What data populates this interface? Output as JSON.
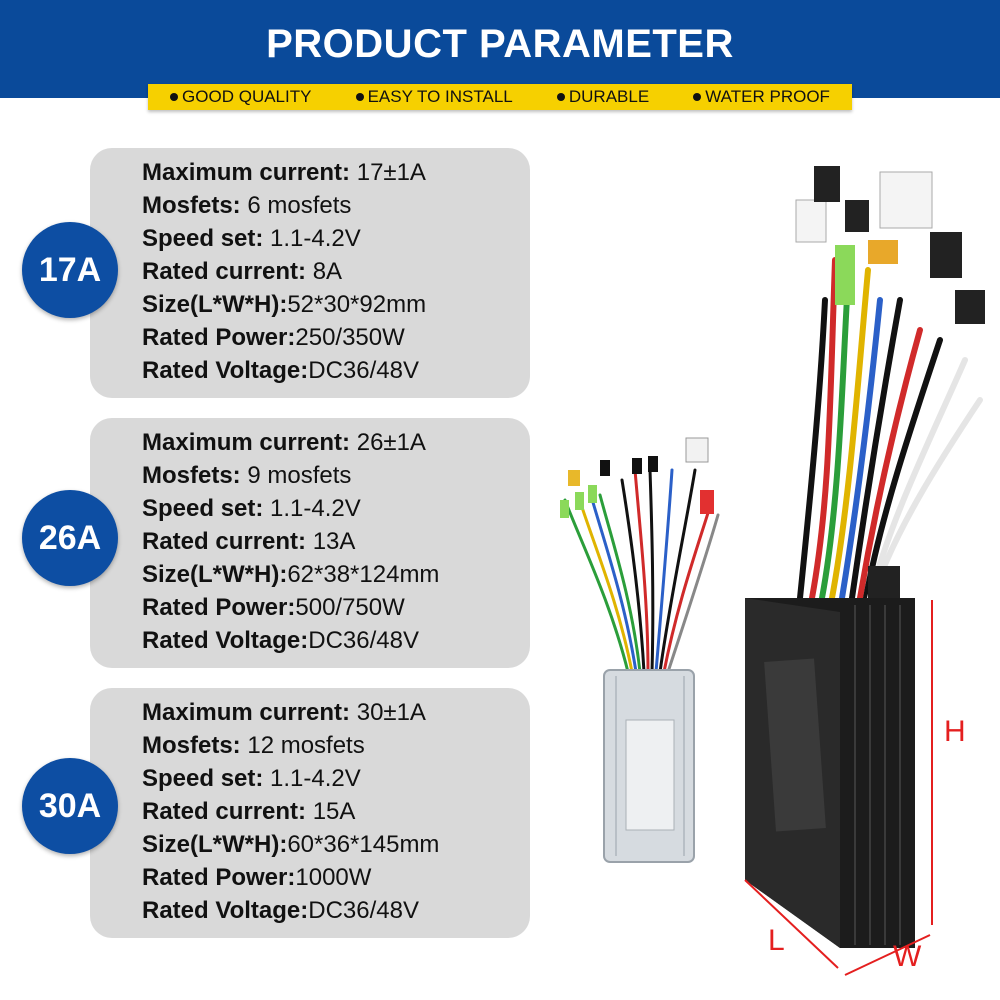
{
  "header": {
    "title": "PRODUCT PARAMETER",
    "features": [
      "GOOD QUALITY",
      "EASY TO INSTALL",
      "DURABLE",
      "WATER PROOF"
    ]
  },
  "colors": {
    "header_blue": "#0a4a9a",
    "badge_blue": "#0d4ea3",
    "feature_yellow": "#f6d000",
    "card_gray": "#d9d9d9",
    "dimension_red": "#e41f1f"
  },
  "specs": [
    {
      "badge": "17A",
      "rows": [
        {
          "label": "Maximum current:",
          "value": " 17±1A"
        },
        {
          "label": "Mosfets:",
          "value": " 6 mosfets"
        },
        {
          "label": "Speed set:",
          "value": " 1.1-4.2V"
        },
        {
          "label": "Rated current:",
          "value": " 8A"
        },
        {
          "label": "Size(L*W*H):",
          "value": "52*30*92mm"
        },
        {
          "label": "Rated Power:",
          "value": "250/350W"
        },
        {
          "label": "Rated Voltage:",
          "value": "DC36/48V"
        }
      ]
    },
    {
      "badge": "26A",
      "rows": [
        {
          "label": "Maximum current:",
          "value": " 26±1A"
        },
        {
          "label": "Mosfets:",
          "value": " 9 mosfets"
        },
        {
          "label": "Speed set:",
          "value": " 1.1-4.2V"
        },
        {
          "label": "Rated current:",
          "value": " 13A"
        },
        {
          "label": "Size(L*W*H):",
          "value": "62*38*124mm"
        },
        {
          "label": "Rated Power:",
          "value": "500/750W"
        },
        {
          "label": "Rated Voltage:",
          "value": "DC36/48V"
        }
      ]
    },
    {
      "badge": "30A",
      "rows": [
        {
          "label": "Maximum current:",
          "value": " 30±1A"
        },
        {
          "label": "Mosfets:",
          "value": " 12 mosfets"
        },
        {
          "label": "Speed set:",
          "value": " 1.1-4.2V"
        },
        {
          "label": "Rated current:",
          "value": " 15A"
        },
        {
          "label": "Size(L*W*H):",
          "value": "60*36*145mm"
        },
        {
          "label": "Rated Power:",
          "value": "1000W"
        },
        {
          "label": "Rated Voltage:",
          "value": "DC36/48V"
        }
      ]
    }
  ],
  "dimensions": {
    "height": "H",
    "length": "L",
    "width": "W"
  }
}
